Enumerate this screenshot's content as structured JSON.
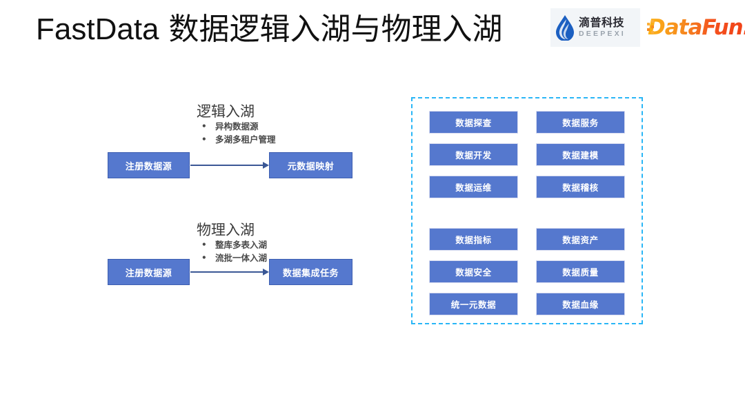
{
  "title": {
    "latin": "FastData",
    "cjk": " 数据逻辑入湖与物理入湖"
  },
  "logos": {
    "deepexi": {
      "name": "deepexi-logo",
      "cn": "滴普科技",
      "en": "DEEPEXI",
      "mark": "water-drop-icon",
      "color": "#1b5fc1"
    },
    "datafun": {
      "name": "datafun-logo",
      "word": "DataFun.",
      "mark": "dot-matrix-icon",
      "color_start": "#fcb316",
      "color_end": "#f03f16"
    }
  },
  "flows": [
    {
      "heading": "逻辑入湖",
      "bullets": [
        "异构数据源",
        "多湖多租户管理"
      ],
      "source_box": "注册数据源",
      "target_box": "元数据映射",
      "connector": "arrow-right-icon"
    },
    {
      "heading": "物理入湖",
      "bullets": [
        "整库多表入湖",
        "流批一体入湖"
      ],
      "source_box": "注册数据源",
      "target_box": "数据集成任务",
      "connector": "arrow-right-icon"
    }
  ],
  "panel": {
    "border_color": "#29b6f6",
    "cell_color": "#5578ce",
    "groups": [
      {
        "name": "capability-group-top",
        "cells": [
          "数据探查",
          "数据服务",
          "数据开发",
          "数据建模",
          "数据运维",
          "数据稽核"
        ]
      },
      {
        "name": "capability-group-bottom",
        "cells": [
          "数据指标",
          "数据资产",
          "数据安全",
          "数据质量",
          "统一元数据",
          "数据血缘"
        ]
      }
    ]
  }
}
